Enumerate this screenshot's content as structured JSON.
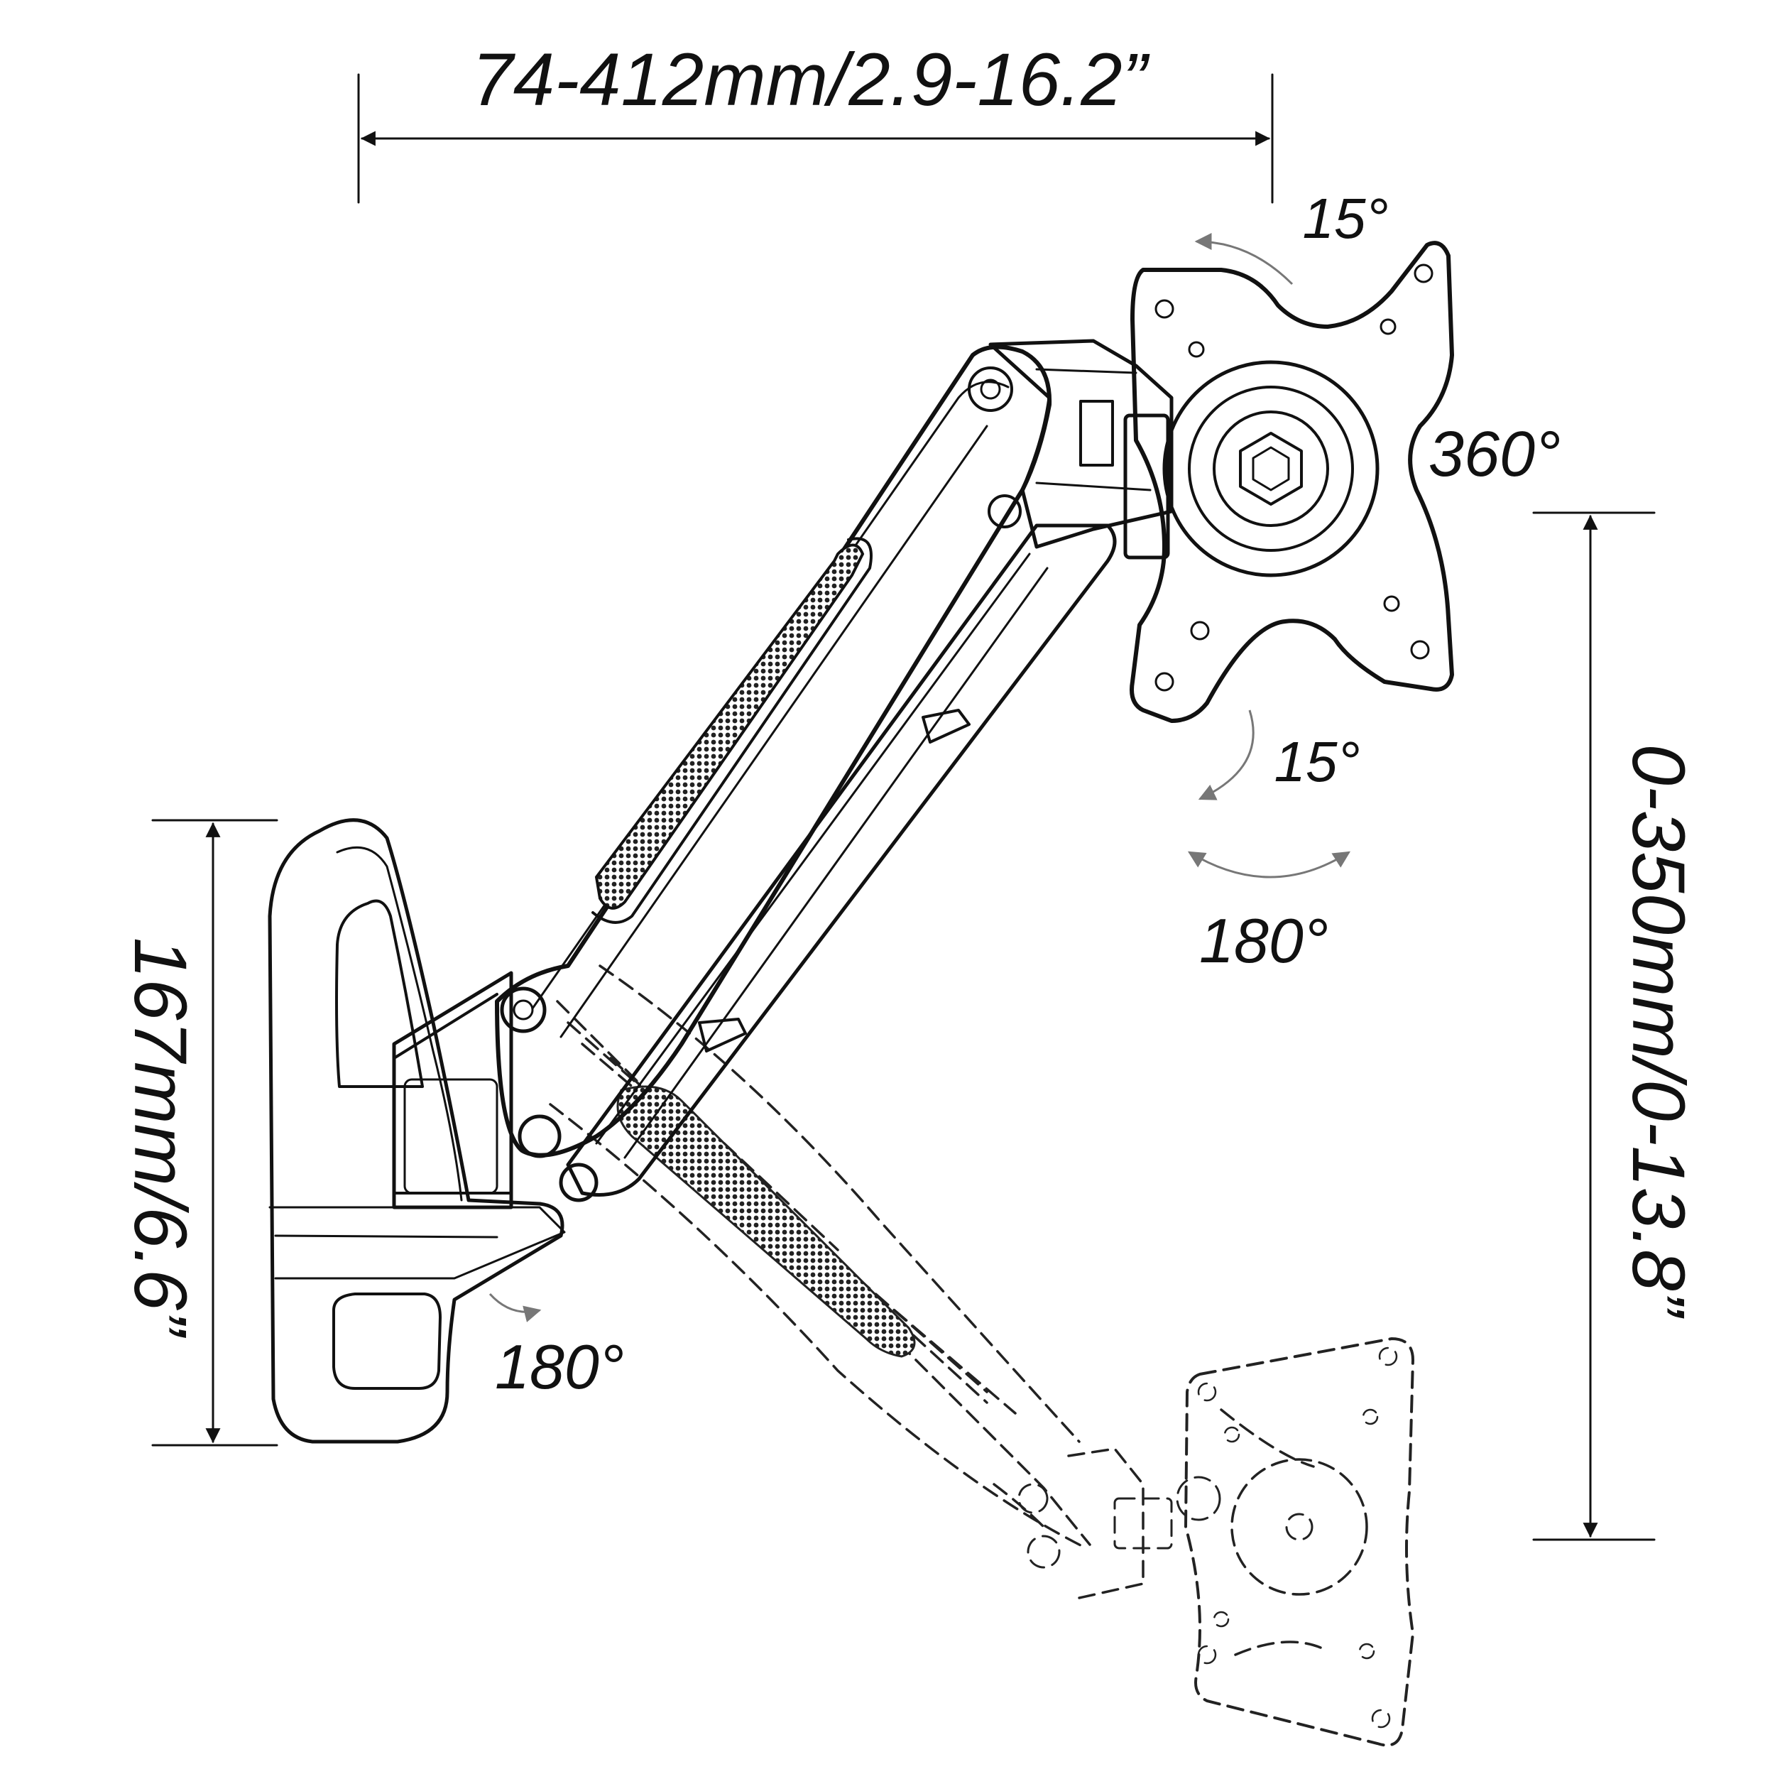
{
  "dimensions": {
    "reach": "74-412mm/2.9-16.2”",
    "height_adjust": "0-350mm/0-13.8”",
    "bracket_height": "167mm/6.6”"
  },
  "angles": {
    "tilt_up": "15°",
    "tilt_down": "15°",
    "rotation": "360°",
    "head_swivel": "180°",
    "base_swivel": "180°"
  },
  "colors": {
    "line": "#111111",
    "arrow_grey": "#777777",
    "mesh": "#333333"
  }
}
